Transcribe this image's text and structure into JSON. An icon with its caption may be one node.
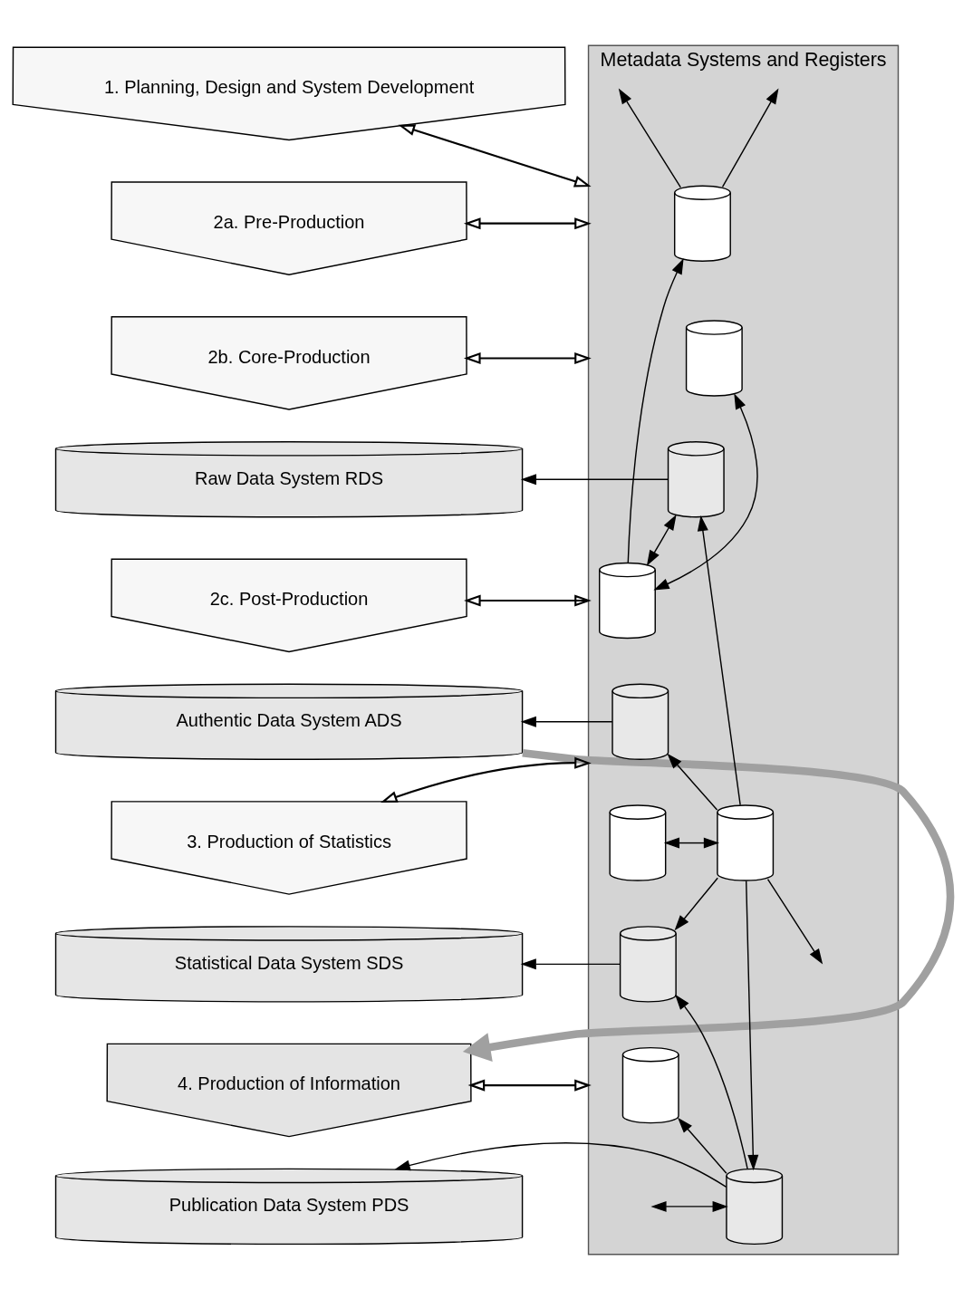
{
  "diagram": {
    "nodes": [
      {
        "text": [
          "Metadata Systems and Registers"
        ]
      },
      {
        "text": [
          "1. Planning, Design and System Development"
        ]
      },
      {
        "text": [
          "2a. Pre-Production"
        ]
      },
      {
        "text": [
          "2b. Core-Production"
        ]
      },
      {
        "text": [
          "Raw Data System RDS"
        ]
      },
      {
        "text": [
          "2c. Post-Production"
        ]
      },
      {
        "text": [
          "Authentic Data System ADS"
        ]
      },
      {
        "text": [
          "3. Production of Statistics"
        ]
      },
      {
        "text": [
          "Statistical Data System SDS"
        ]
      },
      {
        "text": [
          "4. Production of Information"
        ]
      },
      {
        "text": [
          "Publication Data System PDS"
        ]
      },
      {
        "text": [],
        "shape": "cylinder",
        "in": 0
      },
      {
        "text": [],
        "shape": "cylinder",
        "in": 0
      },
      {
        "text": [],
        "shape": "cylinder",
        "in": 0
      },
      {
        "text": [],
        "shape": "cylinder",
        "in": 0
      },
      {
        "text": [],
        "shape": "cylinder",
        "in": 0
      },
      {
        "text": [],
        "shape": "cylinder",
        "in": 0
      },
      {
        "text": [],
        "shape": "cylinder",
        "in": 0
      },
      {
        "text": [],
        "shape": "cylinder",
        "in": 0
      },
      {
        "text": [],
        "shape": "cylinder",
        "in": 0
      },
      {
        "text": [],
        "shape": "cylinder",
        "in": 0
      }
    ],
    "edges": [
      {
        "from": 1,
        "to": 0,
        "arrow": "both"
      },
      {
        "from": 2,
        "to": 0,
        "arrow": "both"
      },
      {
        "from": 3,
        "to": 0,
        "arrow": "both"
      },
      {
        "from": 5,
        "to": 0,
        "arrow": "both"
      },
      {
        "from": 7,
        "to": 0,
        "arrow": "both"
      },
      {
        "from": 9,
        "to": 0,
        "arrow": "both"
      },
      {
        "from": 13,
        "to": 4,
        "arrow": "to"
      },
      {
        "from": 15,
        "to": 6,
        "arrow": "to"
      },
      {
        "from": 18,
        "to": 8,
        "arrow": "to"
      },
      {
        "from": 20,
        "to": 10,
        "arrow": "to"
      },
      {
        "from": 6,
        "to": 9,
        "arrow": "to",
        "style": "thick",
        "color": "#a0a0a0"
      },
      {
        "from": 11,
        "to": null,
        "arrow": "to"
      },
      {
        "from": 11,
        "to": null,
        "arrow": "to"
      },
      {
        "from": 14,
        "to": 11,
        "arrow": "to"
      },
      {
        "from": 12,
        "to": 14,
        "arrow": "both"
      },
      {
        "from": 13,
        "to": 14,
        "arrow": "both"
      },
      {
        "from": 16,
        "to": 13,
        "arrow": "to"
      },
      {
        "from": 16,
        "to": 15,
        "arrow": "to"
      },
      {
        "from": 16,
        "to": 17,
        "arrow": "both"
      },
      {
        "from": 16,
        "to": 18,
        "arrow": "to"
      },
      {
        "from": 16,
        "to": 20,
        "arrow": "to"
      },
      {
        "from": 16,
        "to": null,
        "arrow": "to"
      },
      {
        "from": 20,
        "to": 18,
        "arrow": "to"
      },
      {
        "from": 20,
        "to": 19,
        "arrow": "to"
      },
      {
        "from": 20,
        "to": null,
        "arrow": "both"
      }
    ]
  }
}
